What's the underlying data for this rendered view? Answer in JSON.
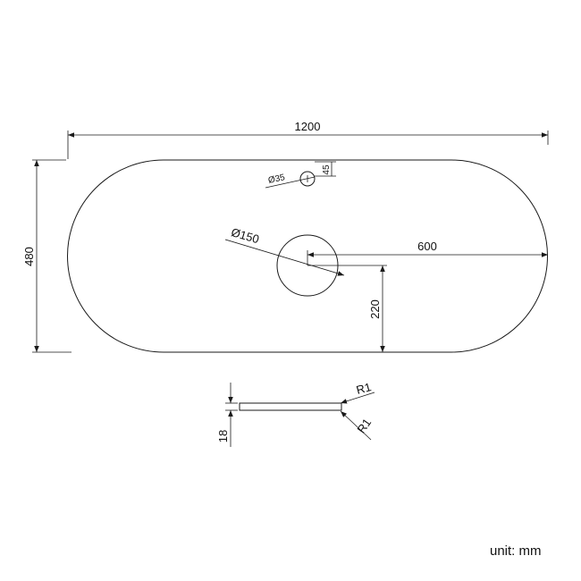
{
  "dimensions": {
    "overall_length": "1200",
    "overall_height": "480",
    "small_hole_diameter": "Ø35",
    "small_hole_offset": "45",
    "large_hole_diameter": "Ø150",
    "large_hole_horizontal": "600",
    "large_hole_vertical": "220",
    "thickness": "18",
    "edge_radius_top": "R1",
    "edge_radius_bottom": "R1"
  },
  "unit_text": "unit: mm",
  "colors": {
    "line": "#1a1a1a",
    "text": "#111111",
    "background": "#ffffff"
  }
}
